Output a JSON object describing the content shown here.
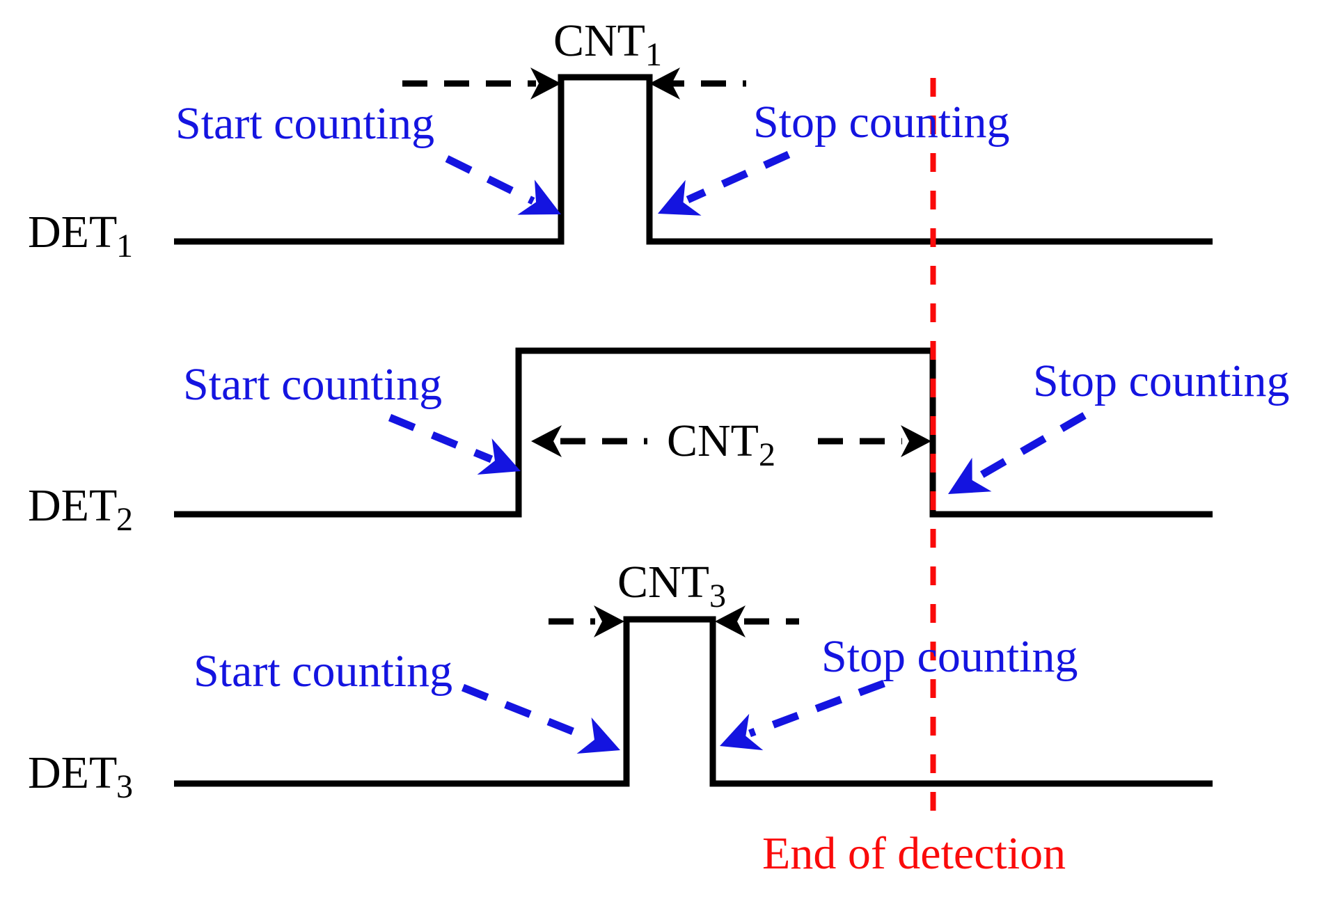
{
  "figure": {
    "rows": [
      {
        "det": {
          "base": "DET",
          "sub": "1"
        },
        "cnt": {
          "base": "CNT",
          "sub": "1"
        },
        "start": "Start counting",
        "stop": "Stop counting"
      },
      {
        "det": {
          "base": "DET",
          "sub": "2"
        },
        "cnt": {
          "base": "CNT",
          "sub": "2"
        },
        "start": "Start counting",
        "stop": "Stop counting"
      },
      {
        "det": {
          "base": "DET",
          "sub": "3"
        },
        "cnt": {
          "base": "CNT",
          "sub": "3"
        },
        "start": "Start counting",
        "stop": "Stop counting"
      }
    ],
    "end_marker": "End of detection",
    "colors": {
      "signal_black": "#000000",
      "annotation_blue": "#1414e0",
      "marker_red": "#fa0a0a"
    }
  }
}
